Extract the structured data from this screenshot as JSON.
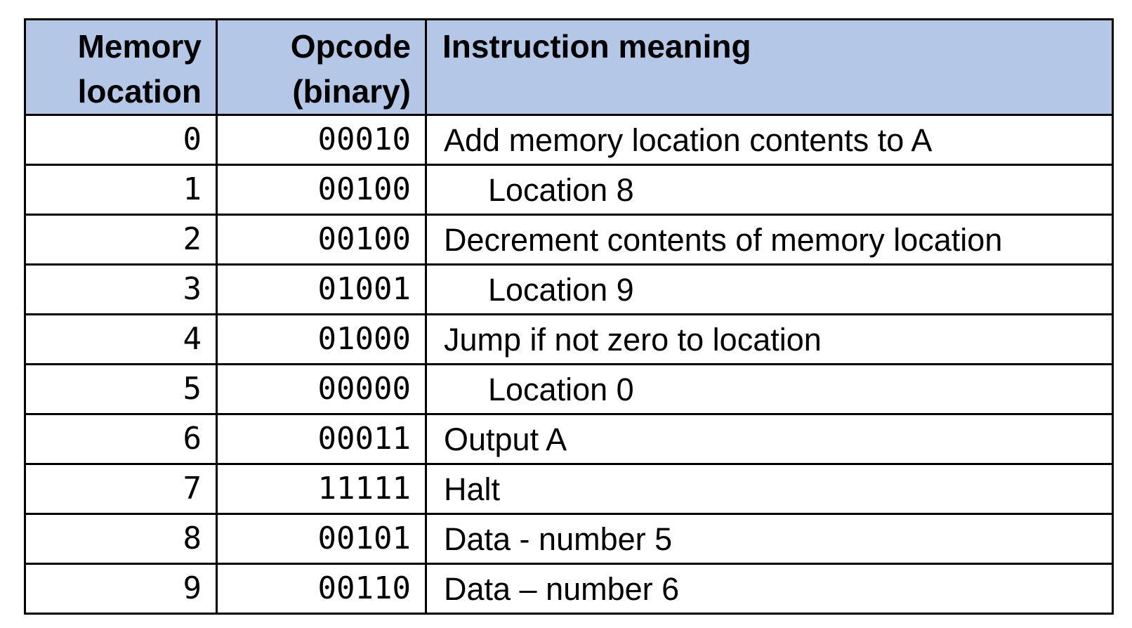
{
  "table": {
    "title": "opcode-instruction-table",
    "colors": {
      "header_bg": "#b4c7e7",
      "border": "#000000",
      "text": "#000000",
      "background": "#ffffff"
    },
    "headers": [
      {
        "label": "Memory location",
        "lines": [
          "Memory",
          "location"
        ],
        "align": "right"
      },
      {
        "label": "Opcode (binary)",
        "lines": [
          "Opcode",
          "(binary)"
        ],
        "align": "right"
      },
      {
        "label": "Instruction meaning",
        "lines": [
          "Instruction meaning"
        ],
        "align": "left"
      }
    ],
    "rows": [
      {
        "location": "0",
        "opcode": "00010",
        "meaning": "Add memory location contents to A",
        "indent": false
      },
      {
        "location": "1",
        "opcode": "00100",
        "meaning": "Location 8",
        "indent": true
      },
      {
        "location": "2",
        "opcode": "00100",
        "meaning": "Decrement contents of memory location",
        "indent": false
      },
      {
        "location": "3",
        "opcode": "01001",
        "meaning": "Location 9",
        "indent": true
      },
      {
        "location": "4",
        "opcode": "01000",
        "meaning": "Jump if not zero to location",
        "indent": false
      },
      {
        "location": "5",
        "opcode": "00000",
        "meaning": "Location 0",
        "indent": true
      },
      {
        "location": "6",
        "opcode": "00011",
        "meaning": "Output A",
        "indent": false
      },
      {
        "location": "7",
        "opcode": "11111",
        "meaning": "Halt",
        "indent": false
      },
      {
        "location": "8",
        "opcode": "00101",
        "meaning": "Data - number 5",
        "indent": false
      },
      {
        "location": "9",
        "opcode": "00110",
        "meaning": "Data – number 6",
        "indent": false
      }
    ]
  }
}
